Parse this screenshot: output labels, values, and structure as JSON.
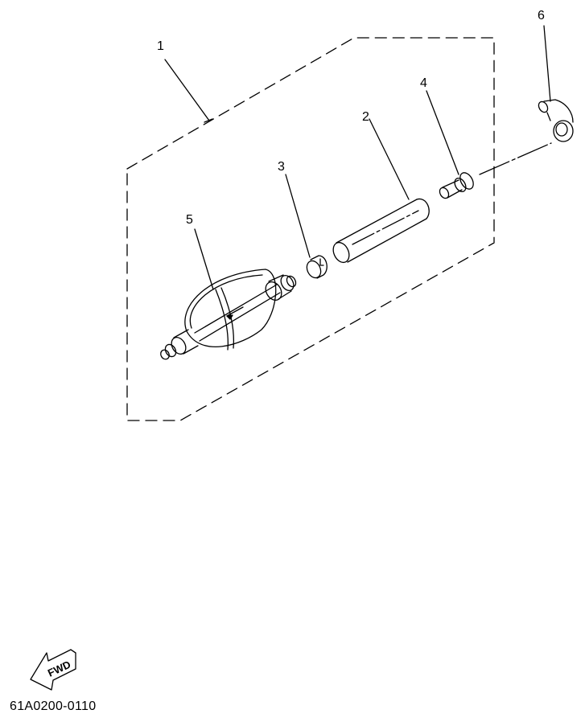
{
  "diagram": {
    "type": "exploded-parts-view",
    "part_code": "61A0200-0110",
    "direction_indicator": {
      "label": "FWD",
      "icon": "fwd-arrow-icon"
    },
    "callouts": [
      {
        "num": "1",
        "part": "fuel-hose-assembly-group"
      },
      {
        "num": "2",
        "part": "hose"
      },
      {
        "num": "3",
        "part": "clamp-cap"
      },
      {
        "num": "4",
        "part": "connector"
      },
      {
        "num": "5",
        "part": "primer-bulb"
      },
      {
        "num": "6",
        "part": "elbow-joint"
      }
    ],
    "colors": {
      "line": "#000000",
      "background": "#ffffff"
    }
  }
}
